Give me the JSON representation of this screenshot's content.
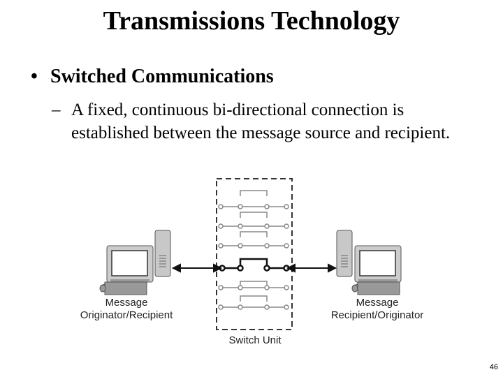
{
  "slide": {
    "title": "Transmissions Technology",
    "bullet": "Switched Communications",
    "sub_dash": "–",
    "sub_text": "A fixed, continuous bi-directional connection is established between the message source and recipient.",
    "page_number": "46"
  },
  "diagram": {
    "left_label_line1": "Message",
    "left_label_line2": "Originator/Recipient",
    "right_label_line1": "Message",
    "right_label_line2": "Recipient/Originator",
    "switch_label": "Switch Unit",
    "accent_color": "#111111",
    "dim_color": "#888888"
  }
}
